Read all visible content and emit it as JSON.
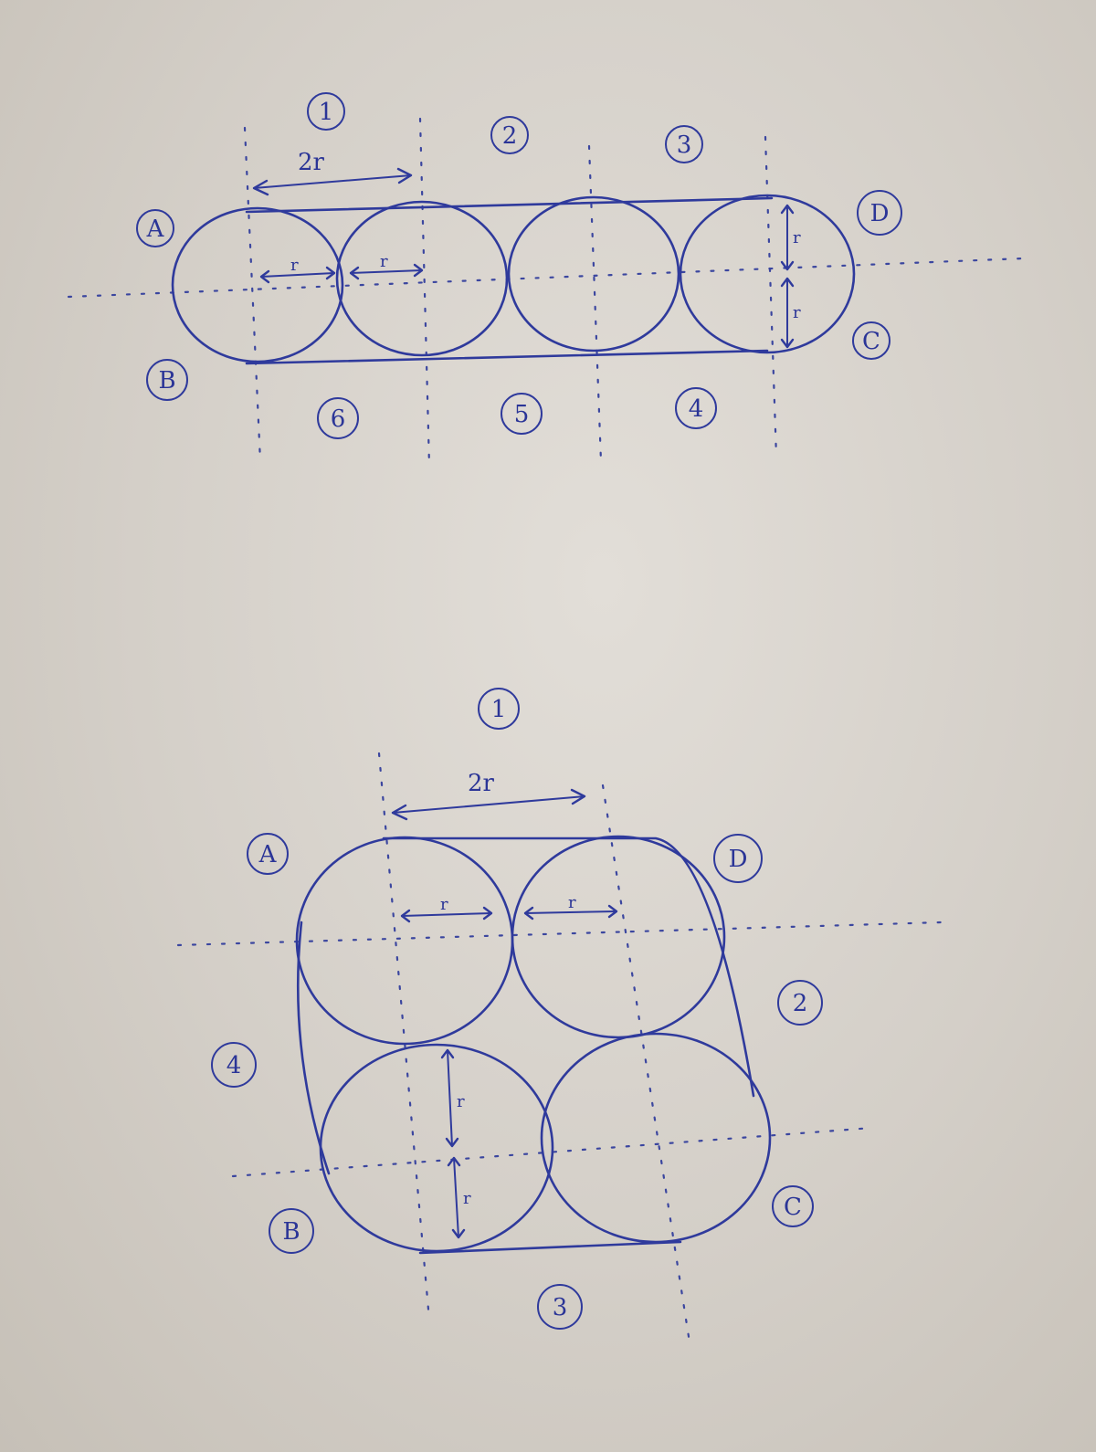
{
  "diagram_top": {
    "corner_labels": {
      "A": "A",
      "B": "B",
      "C": "C",
      "D": "D"
    },
    "side_labels": {
      "s1": "1",
      "s2": "2",
      "s3": "3",
      "s4": "4",
      "s5": "5",
      "s6": "6"
    },
    "dimension": "2r",
    "radius": "r"
  },
  "diagram_bottom": {
    "corner_labels": {
      "A": "A",
      "B": "B",
      "C": "C",
      "D": "D"
    },
    "side_labels": {
      "s1": "1",
      "s2": "2",
      "s3": "3",
      "s4": "4"
    },
    "dimension": "2r",
    "radius": "r"
  },
  "ink_color": "#2f3a9c",
  "paper_color": "#ddd9d3"
}
